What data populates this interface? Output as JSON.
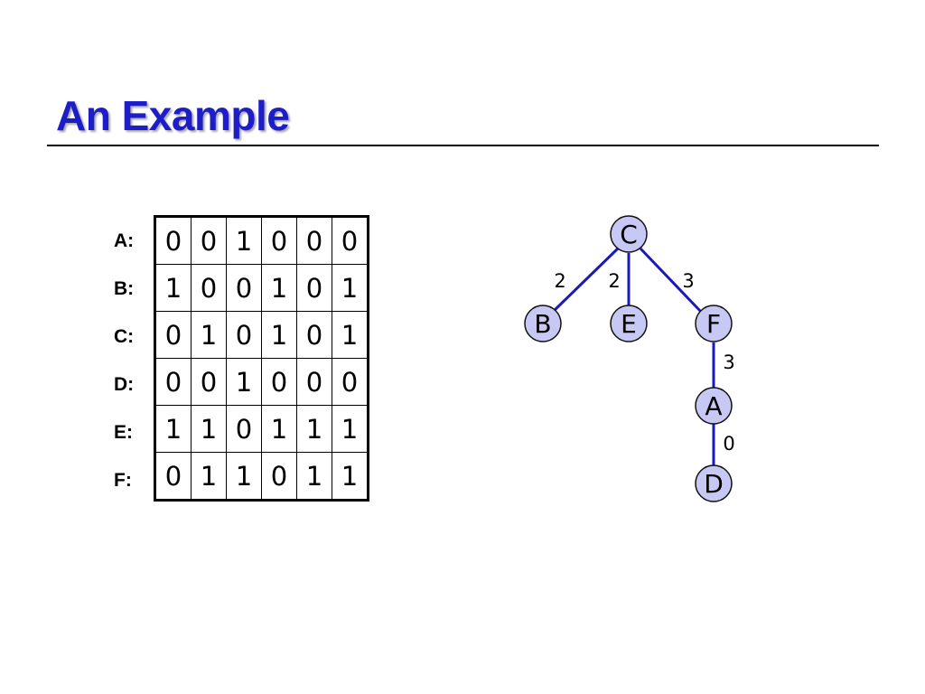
{
  "slide": {
    "title": "An Example"
  },
  "matrix": {
    "row_labels": [
      "A:",
      "B:",
      "C:",
      "D:",
      "E:",
      "F:"
    ],
    "rows": [
      [
        "0",
        "0",
        "1",
        "0",
        "0",
        "0"
      ],
      [
        "1",
        "0",
        "0",
        "1",
        "0",
        "1"
      ],
      [
        "0",
        "1",
        "0",
        "1",
        "0",
        "1"
      ],
      [
        "0",
        "0",
        "1",
        "0",
        "0",
        "0"
      ],
      [
        "1",
        "1",
        "0",
        "1",
        "1",
        "1"
      ],
      [
        "0",
        "1",
        "1",
        "0",
        "1",
        "1"
      ]
    ]
  },
  "tree": {
    "nodes": [
      "C",
      "B",
      "E",
      "F",
      "A",
      "D"
    ],
    "edges": [
      {
        "from": "C",
        "to": "B",
        "weight": "2"
      },
      {
        "from": "C",
        "to": "E",
        "weight": "2"
      },
      {
        "from": "C",
        "to": "F",
        "weight": "3"
      },
      {
        "from": "F",
        "to": "A",
        "weight": "3"
      },
      {
        "from": "A",
        "to": "D",
        "weight": "0"
      }
    ],
    "colors": {
      "edge": "#1a1ab8",
      "node_fill": "#c8c8f4"
    }
  }
}
